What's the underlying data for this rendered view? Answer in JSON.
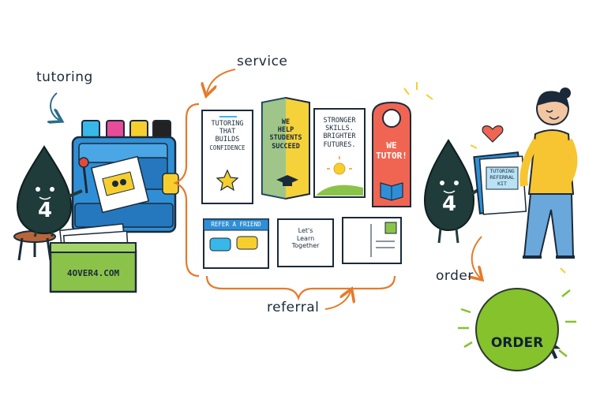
{
  "labels": {
    "tutoring": "tutoring",
    "service": "service",
    "referral": "referral",
    "order": "order"
  },
  "mascot_number": "4",
  "mascot_number_right": "4",
  "box_label": "4OVER4.COM",
  "print_materials": {
    "poster": [
      "TUTORING",
      "THAT",
      "BUILDS",
      "CONFIDENCE"
    ],
    "brochure": [
      "WE",
      "HELP",
      "STUDENTS",
      "SUCCEED"
    ],
    "flyer": [
      "STRONGER",
      "SKILLS.",
      "BRIGHTER",
      "FUTURES."
    ],
    "door_hanger": [
      "WE",
      "TUTOR!"
    ],
    "refer_card_header": "REFER A FRIEND",
    "learn_card": [
      "Let's",
      "Learn",
      "Together"
    ],
    "kit": [
      "TUTORING",
      "REFERRAL",
      "KIT"
    ]
  },
  "order_button": "ORDER",
  "colors": {
    "mascot": "#1f3b3a",
    "printer_blue": "#2f8fd6",
    "tray_green": "#8bc34a",
    "order_green": "#86c22b",
    "accent_orange": "#e67a2a",
    "brochure_yellow": "#f5d23a",
    "door_hanger_red": "#f06552",
    "shirt_yellow": "#f7c531",
    "pants_blue": "#6aa8dc"
  },
  "icons": [
    "printer",
    "ink-cup",
    "mascot-drop",
    "stool",
    "paper-stack",
    "star",
    "grad-cap",
    "sun",
    "book",
    "speech-bubble",
    "heart",
    "shopping-cart",
    "cursor-arrow",
    "curly-brace",
    "arrow"
  ]
}
